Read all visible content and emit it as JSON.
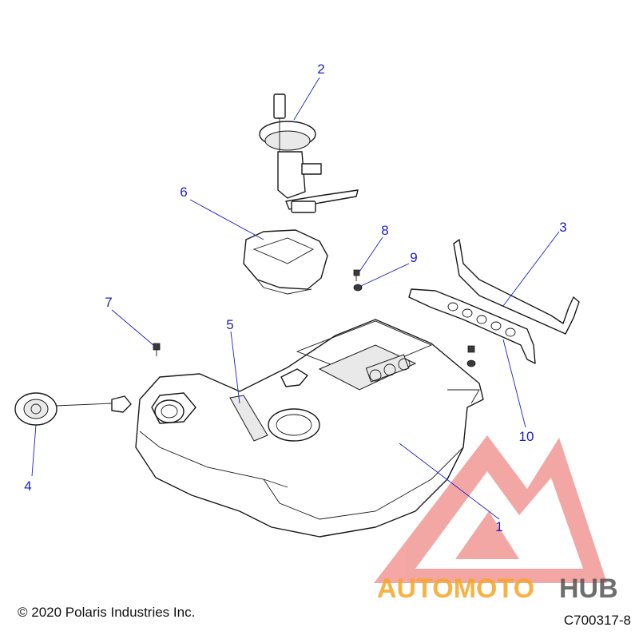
{
  "diagram": {
    "callouts": [
      {
        "id": "1",
        "text": "1"
      },
      {
        "id": "2",
        "text": "2"
      },
      {
        "id": "3",
        "text": "3"
      },
      {
        "id": "4",
        "text": "4"
      },
      {
        "id": "5",
        "text": "5"
      },
      {
        "id": "6",
        "text": "6"
      },
      {
        "id": "7",
        "text": "7"
      },
      {
        "id": "8",
        "text": "8"
      },
      {
        "id": "9",
        "text": "9"
      },
      {
        "id": "10",
        "text": "10"
      }
    ],
    "callout_color": "#1c1cc8"
  },
  "footer": {
    "copyright": "© 2020 Polaris Industries Inc.",
    "drawing_number": "C700317-8"
  },
  "watermark": {
    "word_part1": "AUTOMOTO",
    "word_part2": "HUB",
    "colors": {
      "triangle": "#e8433f",
      "part1": "#f5a623",
      "part2": "#555555"
    }
  }
}
